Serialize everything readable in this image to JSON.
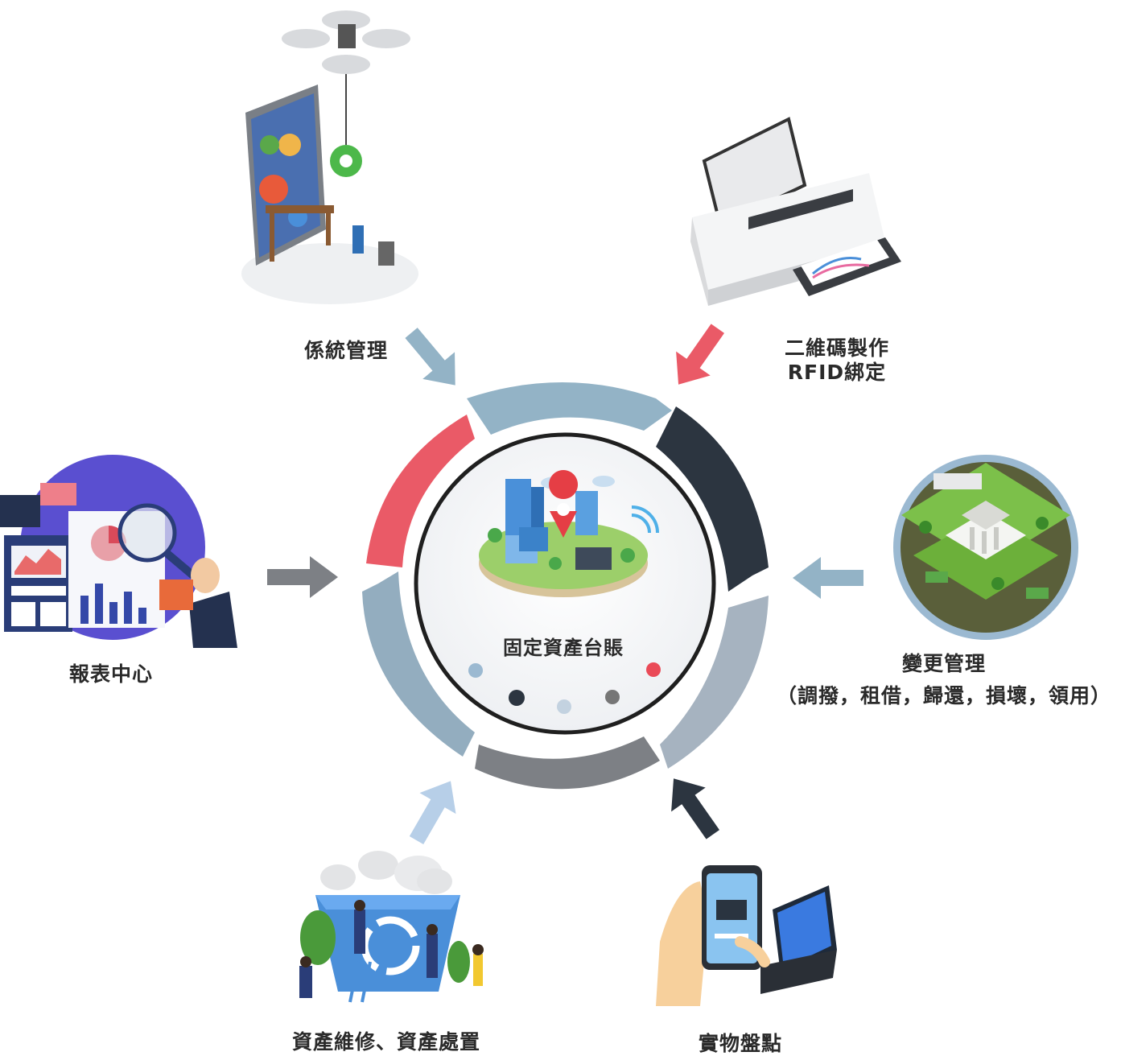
{
  "center": {
    "title": "固定資產台賬"
  },
  "modules": {
    "system": {
      "label": "係統管理"
    },
    "qrcode": {
      "line1": "二維碼製作",
      "line2": "RFID綁定"
    },
    "report": {
      "label": "報表中心"
    },
    "change": {
      "line1": "變更管理",
      "line2": "（調撥，租借，歸還，損壞，領用）"
    },
    "maintenance": {
      "label": "資產維修、資產處置"
    },
    "inventory": {
      "label": "實物盤點"
    }
  },
  "colors": {
    "blue_gray": "#93b3c6",
    "red": "#ea5a67",
    "dark": "#2c3540",
    "gray": "#7d8085",
    "light_blue": "#b7cfe8",
    "slate": "#9fb0c0"
  }
}
